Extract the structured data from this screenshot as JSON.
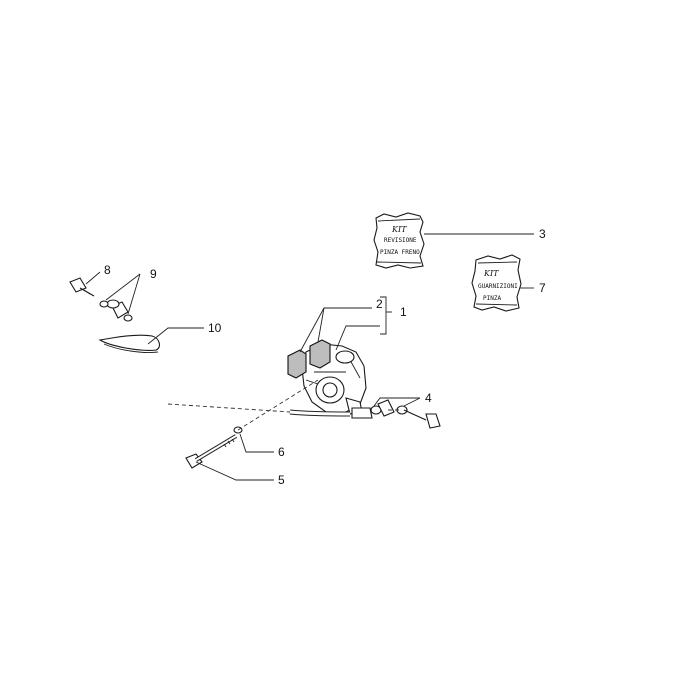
{
  "callouts": {
    "c1": "1",
    "c2": "2",
    "c3": "3",
    "c4": "4",
    "c5": "5",
    "c6": "6",
    "c7": "7",
    "c8": "8",
    "c9": "9",
    "c10": "10"
  },
  "kits": {
    "revision_kit": {
      "line1": "KIT",
      "line2": "REVISIONE",
      "line3": "PINZA FRENO"
    },
    "gasket_kit": {
      "line1": "KIT",
      "line2": "GUARNIZIONI",
      "line3": "PINZA"
    }
  }
}
